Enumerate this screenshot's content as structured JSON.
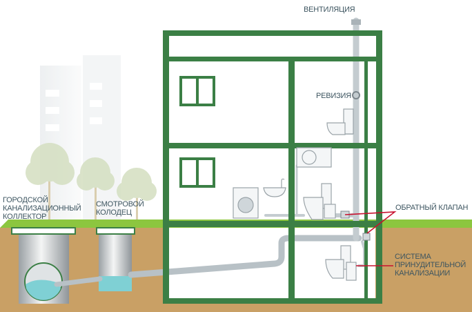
{
  "labels": {
    "ventilation": "ВЕНТИЛЯЦИЯ",
    "revision": "РЕВИЗИЯ",
    "check_valve": "ОБРАТНЫЙ КЛАПАН",
    "forced_system": "СИСТЕМА\nПРИНУДИТЕЛЬНОЙ\nКАНАЛИЗАЦИИ",
    "city_collector": "ГОРОДСКОЙ\nКАНАЛИЗАЦИОННЫЙ\nКОЛЛЕКТОР",
    "inspection_well": "СМОТРОВОЙ\nКОЛОДЕЦ"
  },
  "colors": {
    "frame": "#3b7f45",
    "grass": "#8cc63f",
    "soil": "#c9a065",
    "water": "#7fd0d4",
    "pointer": "#c8102e",
    "pipe": "#c4ccd0"
  }
}
